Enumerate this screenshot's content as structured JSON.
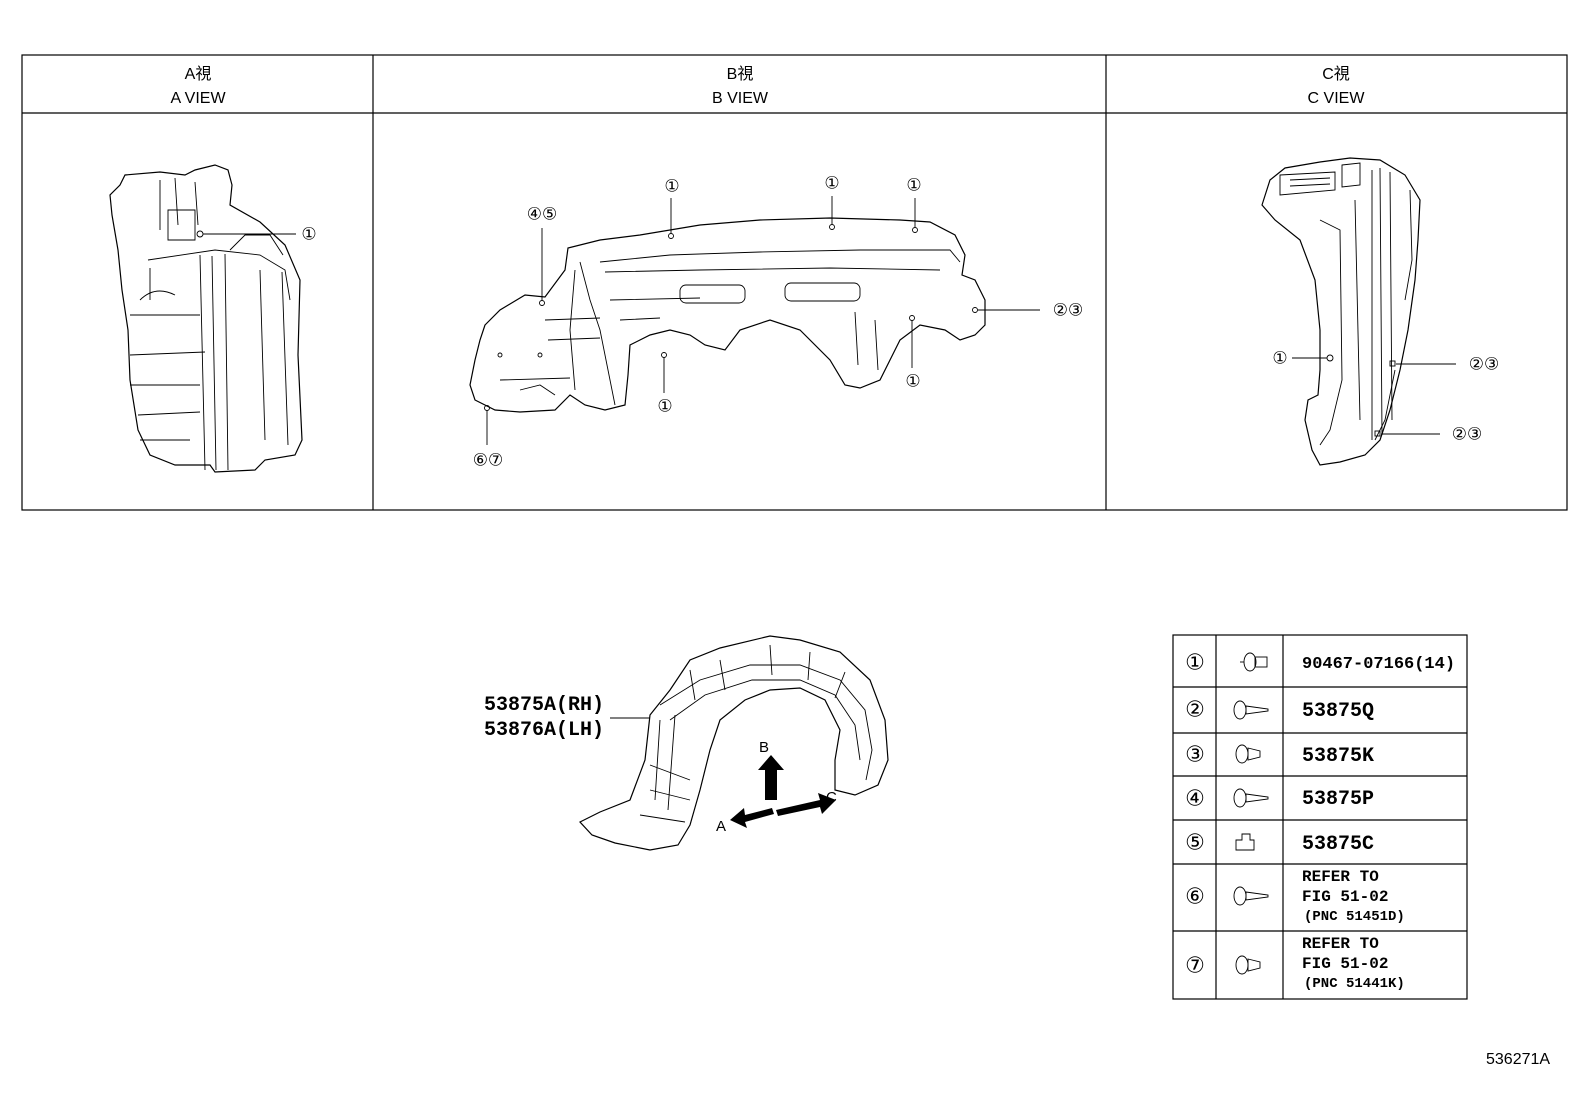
{
  "views": [
    {
      "jp": "A視",
      "en": "A VIEW"
    },
    {
      "jp": "B視",
      "en": "B VIEW"
    },
    {
      "jp": "C視",
      "en": "C VIEW"
    }
  ],
  "callouts": {
    "a1": "①",
    "b45": "④⑤",
    "b1a": "①",
    "b1b": "①",
    "b1c": "①",
    "b23": "②③",
    "b1d": "①",
    "b1e": "①",
    "b67": "⑥⑦",
    "c1": "①",
    "c23a": "②③",
    "c23b": "②③"
  },
  "main_part": {
    "rh": "53875A(RH)",
    "lh": "53876A(LH)"
  },
  "arrows": {
    "a": "A",
    "b": "B",
    "c": "C"
  },
  "parts_table": [
    {
      "num": "①",
      "icon": "push-rivet-clip-icon",
      "lines": [
        "90467-07166(14)"
      ]
    },
    {
      "num": "②",
      "icon": "screw-icon",
      "lines": [
        "53875Q"
      ]
    },
    {
      "num": "③",
      "icon": "plug-clip-icon",
      "lines": [
        "53875K"
      ]
    },
    {
      "num": "④",
      "icon": "screw-icon",
      "lines": [
        "53875P"
      ]
    },
    {
      "num": "⑤",
      "icon": "speed-nut-icon",
      "lines": [
        "53875C"
      ]
    },
    {
      "num": "⑥",
      "icon": "screw-icon",
      "lines": [
        "REFER TO",
        "FIG 51-02",
        "(PNC 51451D)"
      ]
    },
    {
      "num": "⑦",
      "icon": "plug-clip-icon",
      "lines": [
        "REFER TO",
        "FIG 51-02",
        "(PNC 51441K)"
      ]
    }
  ],
  "figure_id": "536271A"
}
